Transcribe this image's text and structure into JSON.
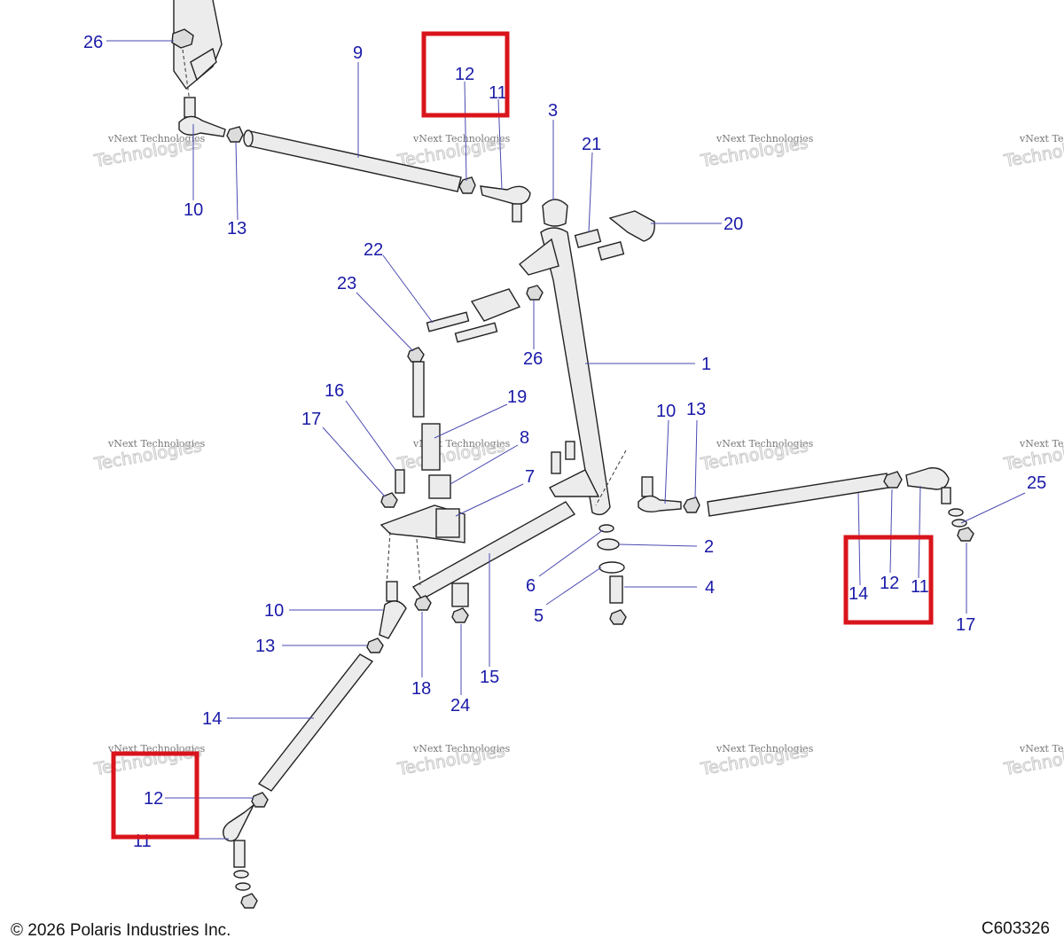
{
  "diagram": {
    "callouts": {
      "c26_top": "26",
      "c9": "9",
      "c12_top": "12",
      "c11_top": "11",
      "c3": "3",
      "c21": "21",
      "c20": "20",
      "c10_top": "10",
      "c13_top": "13",
      "c22": "22",
      "c23": "23",
      "c26_mid": "26",
      "c1": "1",
      "c16": "16",
      "c19": "19",
      "c17_left": "17",
      "c8": "8",
      "c7": "7",
      "c10_right": "10",
      "c13_right": "13",
      "c25": "25",
      "c2": "2",
      "c14_right": "14",
      "c12_right": "12",
      "c11_right": "11",
      "c17_right": "17",
      "c6": "6",
      "c4": "4",
      "c5": "5",
      "c10_left": "10",
      "c13_left": "13",
      "c18": "18",
      "c24": "24",
      "c15": "15",
      "c14_left": "14",
      "c12_bottom": "12",
      "c11_bottom": "11"
    },
    "watermark_line1": "vNext Technologies",
    "watermark_line2": "Technologies",
    "highlight_color": "#d9141b",
    "callout_color": "#1a1aa8"
  },
  "footer": {
    "copyright": "© 2026 Polaris Industries Inc.",
    "figure_code": "C603326"
  }
}
